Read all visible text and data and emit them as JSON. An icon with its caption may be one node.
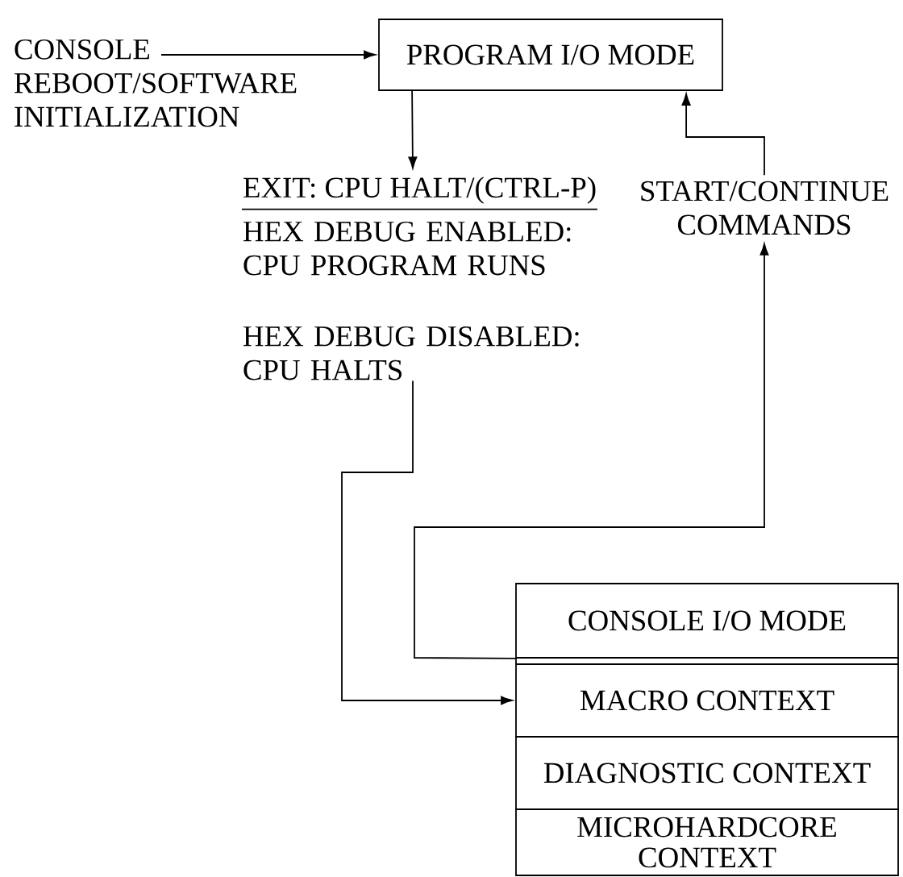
{
  "diagram": {
    "nodes": [
      {
        "text": [
          "CONSOLE REBOOT/SOFTWARE INITIALIZATION"
        ]
      },
      {
        "text": [
          "PROGRAM I/O MODE"
        ]
      },
      {
        "text": [
          "EXIT: CPU HALT/(CTRL-P)"
        ]
      },
      {
        "text": [
          "HEX DEBUG DISABLED: CPU HALTS"
        ]
      },
      {
        "text": [
          "START/CONTINUE COMMANDS"
        ]
      },
      {
        "text": [
          "CONSOLE I/O MODE"
        ]
      },
      {
        "text": [
          "MACRO CONTEXT"
        ]
      },
      {
        "text": [
          "DIAGNOSTIC CONTEXT"
        ]
      },
      {
        "text": [
          "MICROHARDCORE CONTEXT"
        ]
      }
    ],
    "edges": [
      {
        "from": 0,
        "to": 1,
        "arrow": "to"
      },
      {
        "from": 1,
        "to": 2,
        "arrow": "to"
      },
      {
        "from": 3,
        "to": 6,
        "arrow": "to"
      },
      {
        "from": 5,
        "to": 4,
        "arrow": "to"
      },
      {
        "from": 4,
        "to": 1,
        "arrow": "to"
      }
    ],
    "labels": [
      "HEX DEBUG ENABLED: CPU PROGRAM RUNS"
    ]
  }
}
